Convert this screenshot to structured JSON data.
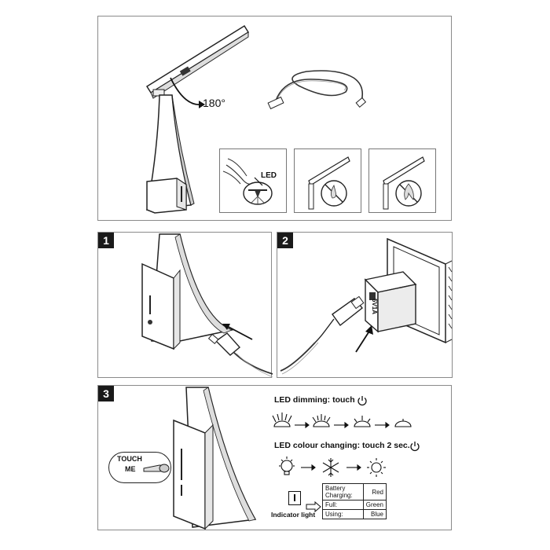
{
  "top": {
    "angle_label": "180°",
    "led_label": "LED"
  },
  "steps": [
    {
      "number": "1"
    },
    {
      "number": "2",
      "adapter_label": "5V1A"
    },
    {
      "number": "3",
      "touch_label_1": "TOUCH",
      "touch_label_2": "ME"
    }
  ],
  "dimming": {
    "title": "LED dimming: touch",
    "icon": "power-icon"
  },
  "colour": {
    "title": "LED colour changing: touch 2 sec.",
    "icon": "power-icon"
  },
  "indicator": {
    "caption": "Indicator light",
    "rows": [
      {
        "state": "Battery Charging:",
        "color": "Red"
      },
      {
        "state": "Full:",
        "color": "Green"
      },
      {
        "state": "Using:",
        "color": "Blue"
      }
    ]
  }
}
